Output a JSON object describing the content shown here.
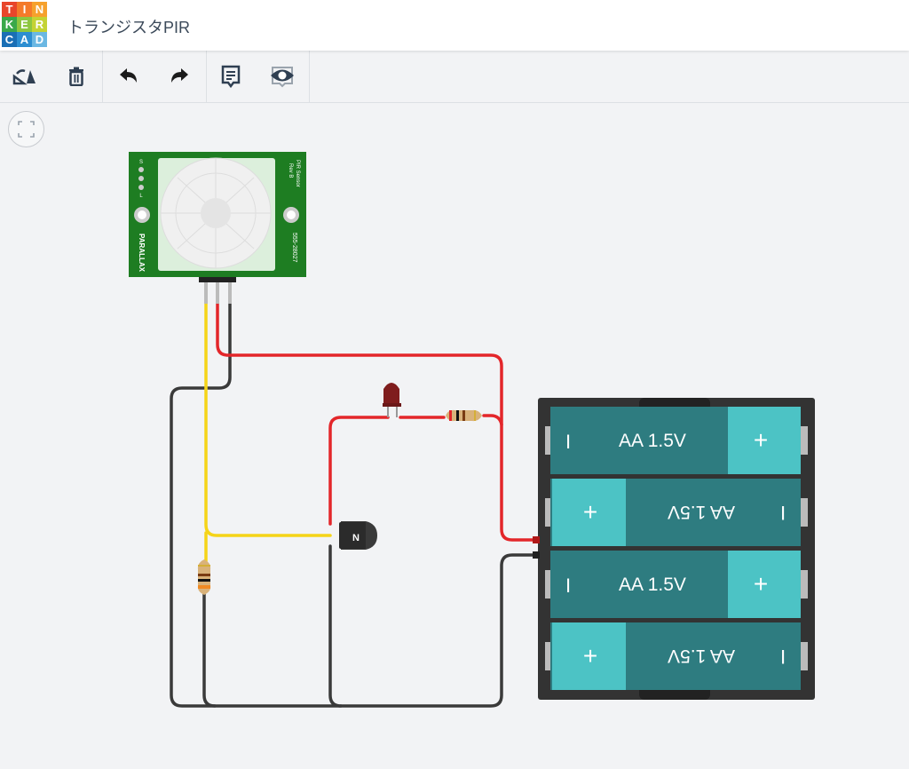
{
  "header": {
    "logo_letters": [
      "T",
      "I",
      "N",
      "K",
      "E",
      "R",
      "C",
      "A",
      "D"
    ],
    "logo_colors": [
      "#e8462b",
      "#f47a2a",
      "#f6a12d",
      "#3aa84a",
      "#8dc63f",
      "#c4d334",
      "#1a6fb5",
      "#2c8ed1",
      "#6bb8e3"
    ],
    "title": "トランジスタPIR"
  },
  "toolbar": {
    "items": [
      {
        "name": "rotate",
        "icon": "rotate-icon"
      },
      {
        "name": "delete",
        "icon": "trash-icon"
      },
      {
        "name": "undo",
        "icon": "undo-icon"
      },
      {
        "name": "redo",
        "icon": "redo-icon"
      },
      {
        "name": "notes",
        "icon": "notes-icon"
      },
      {
        "name": "toggle-notes-visibility",
        "icon": "eye-icon"
      }
    ]
  },
  "canvas": {
    "fit_view_icon": "fit-view-icon",
    "pir": {
      "label_top": "PIR Sensor",
      "label_rev": "Rev B",
      "label_part": "555-28027",
      "brand": "PARALLAX",
      "pin_s": "S",
      "pin_l": "L"
    },
    "transistor_label": "N",
    "battery_label": "AA 1.5V",
    "plus": "+",
    "minus": "I",
    "colors": {
      "wire_red": "#e3262a",
      "wire_yellow": "#f5d418",
      "wire_black": "#3a3a3a",
      "battery_dark": "#2e7c80",
      "battery_light": "#4cc3c5",
      "pcb": "#1e7d22"
    }
  }
}
